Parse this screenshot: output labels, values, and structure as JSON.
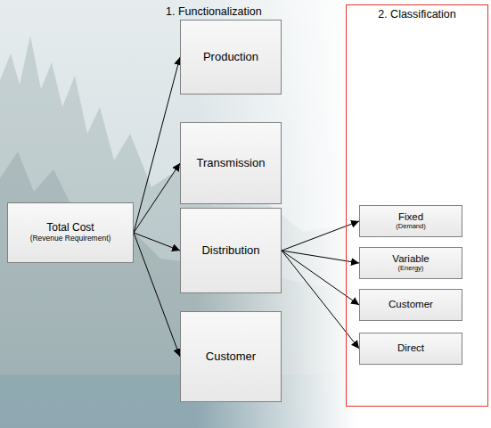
{
  "diagram": {
    "nodes": [
      {
        "text": [
          "Total Cost",
          "(Revenue Requirement)"
        ]
      },
      {
        "text": [
          "Production"
        ]
      },
      {
        "text": [
          "Transmission"
        ]
      },
      {
        "text": [
          "Distribution"
        ]
      },
      {
        "text": [
          "Customer"
        ]
      },
      {
        "text": [
          "2. Classification"
        ]
      },
      {
        "text": [
          "Fixed",
          "(Demand)"
        ],
        "in": 5
      },
      {
        "text": [
          "Variable",
          "(Energy)"
        ],
        "in": 5
      },
      {
        "text": [
          "Customer"
        ],
        "in": 5
      },
      {
        "text": [
          "Direct"
        ],
        "in": 5
      }
    ],
    "edges": [
      {
        "from": 0,
        "to": 1,
        "arrow": "to"
      },
      {
        "from": 0,
        "to": 2,
        "arrow": "to"
      },
      {
        "from": 0,
        "to": 3,
        "arrow": "to"
      },
      {
        "from": 0,
        "to": 4,
        "arrow": "to"
      },
      {
        "from": 3,
        "to": 6,
        "arrow": "to"
      },
      {
        "from": 3,
        "to": 7,
        "arrow": "to"
      },
      {
        "from": 3,
        "to": 8,
        "arrow": "to"
      },
      {
        "from": 3,
        "to": 9,
        "arrow": "to"
      }
    ],
    "labels": [
      "1. Functionalization"
    ]
  }
}
